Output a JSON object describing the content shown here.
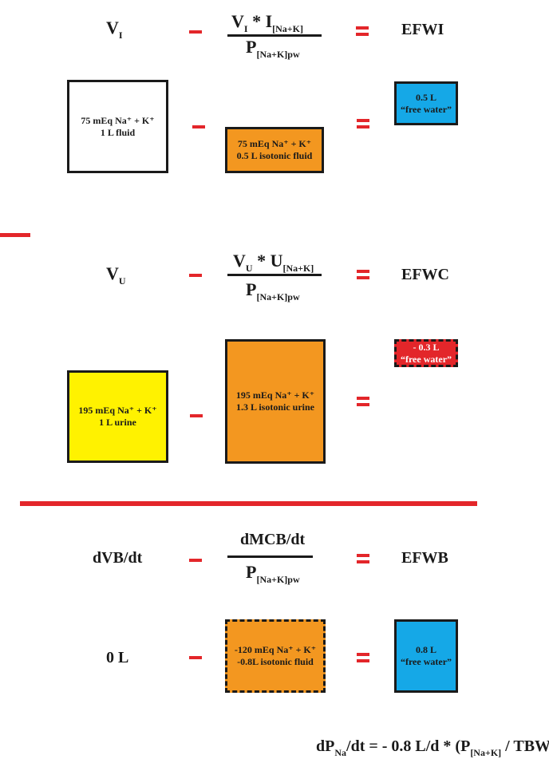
{
  "row1": {
    "lhs": "V",
    "lhs_sub": "I",
    "num_a": "V",
    "num_a_sub": "I",
    "num_op": " * ",
    "num_b": "I",
    "num_b_sub": "[Na+K]",
    "den": "P",
    "den_sub": "[Na+K]pw",
    "rhs": "EFWI"
  },
  "boxes1": {
    "left": {
      "line1": "75 mEq Na⁺ + K⁺",
      "line2": "1 L fluid"
    },
    "mid": {
      "line1": "75 mEq Na⁺ + K⁺",
      "line2": "0.5 L isotonic fluid"
    },
    "right": {
      "line1": "0.5 L",
      "line2": "“free water”"
    }
  },
  "row2": {
    "lhs": "V",
    "lhs_sub": "U",
    "num_a": "V",
    "num_a_sub": "U",
    "num_op": " * ",
    "num_b": "U",
    "num_b_sub": "[Na+K]",
    "den": "P",
    "den_sub": "[Na+K]pw",
    "rhs": "EFWC"
  },
  "boxes2": {
    "left": {
      "line1": "195 mEq Na⁺ + K⁺",
      "line2": "1 L urine"
    },
    "mid": {
      "line1": "195 mEq Na⁺ + K⁺",
      "line2": "1.3 L isotonic urine"
    },
    "right": {
      "line1": "- 0.3 L",
      "line2": "“free water”"
    }
  },
  "row3": {
    "lhs": "dVB/dt",
    "num": "dMCB/dt",
    "den": "P",
    "den_sub": "[Na+K]pw",
    "rhs": "EFWB"
  },
  "boxes3": {
    "left": "0 L",
    "mid": {
      "line1": "-120 mEq Na⁺ + K⁺",
      "line2": "-0.8L isotonic fluid"
    },
    "right": {
      "line1": "0.8 L",
      "line2": "“free water”"
    }
  },
  "footer": {
    "a": "dP",
    "a_sub": "Na",
    "b": "/dt = - 0.8 L/d * (P",
    "b_sub": "[Na+K]",
    "c": " / TBW)"
  },
  "colors": {
    "accent_red": "#e3262a",
    "orange": "#f39720",
    "blue": "#15a8e7",
    "yellow": "#fff200"
  }
}
